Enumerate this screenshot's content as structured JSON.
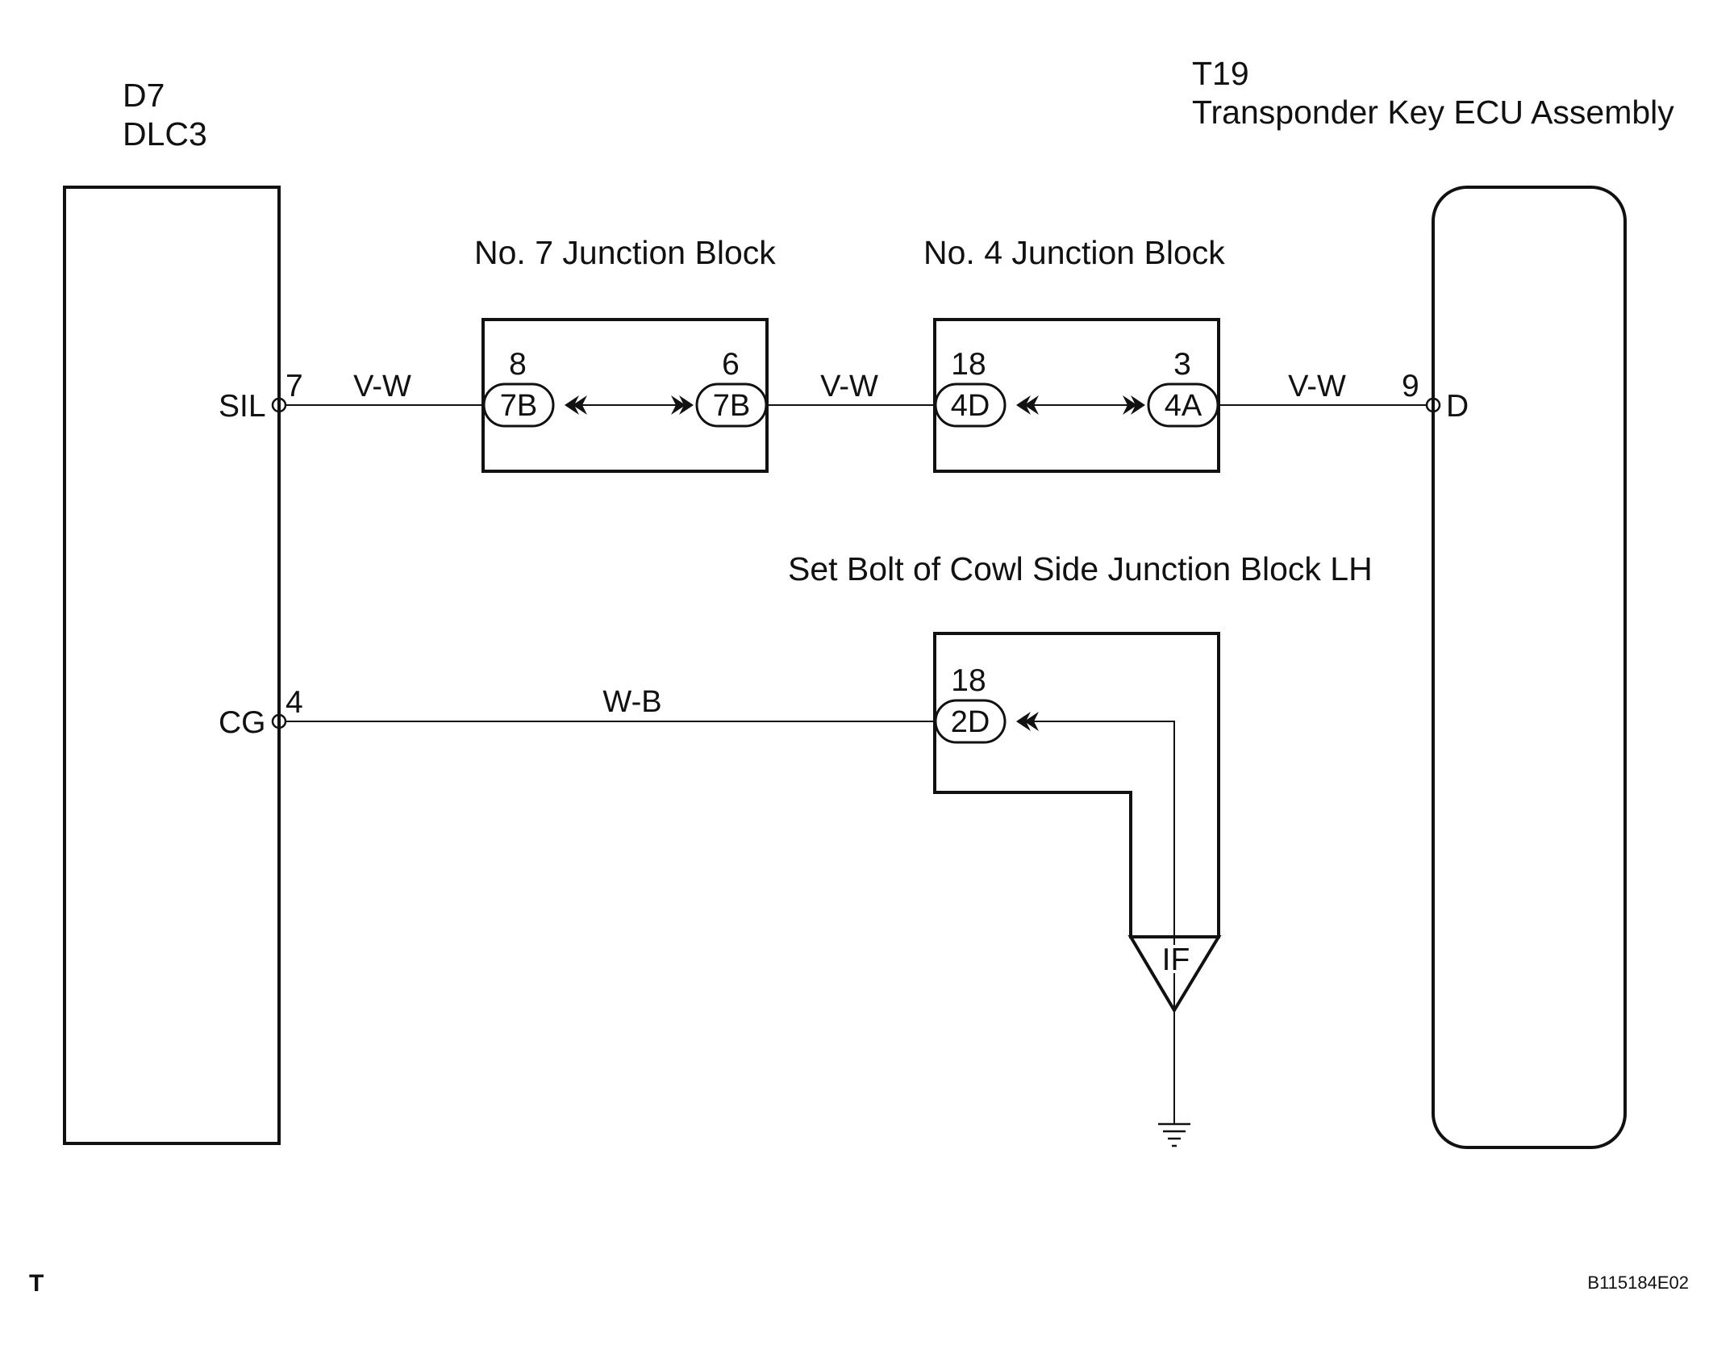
{
  "dlc": {
    "code": "D7",
    "name": "DLC3"
  },
  "ecu": {
    "code": "T19",
    "name": "Transponder Key ECU Assembly"
  },
  "junction_blocks": {
    "jb7": {
      "title": "No. 7 Junction Block",
      "left_pin": "8",
      "left_conn": "7B",
      "right_pin": "6",
      "right_conn": "7B"
    },
    "jb4": {
      "title": "No. 4 Junction Block",
      "left_pin": "18",
      "left_conn": "4D",
      "right_pin": "3",
      "right_conn": "4A"
    },
    "cowl": {
      "title": "Set Bolt of Cowl Side Junction Block LH",
      "pin": "18",
      "conn": "2D",
      "ground_point": "IF"
    }
  },
  "terminals": {
    "sil": {
      "name": "SIL",
      "pin": "7"
    },
    "cg": {
      "name": "CG",
      "pin": "4"
    },
    "d": {
      "name": "D",
      "pin": "9"
    }
  },
  "wires": {
    "sil_to_jb7": "V-W",
    "jb7_to_jb4": "V-W",
    "jb4_to_ecu": "V-W",
    "cg_to_ground": "W-B"
  },
  "footer": {
    "left_mark": "T",
    "ref_code": "B115184E02"
  }
}
